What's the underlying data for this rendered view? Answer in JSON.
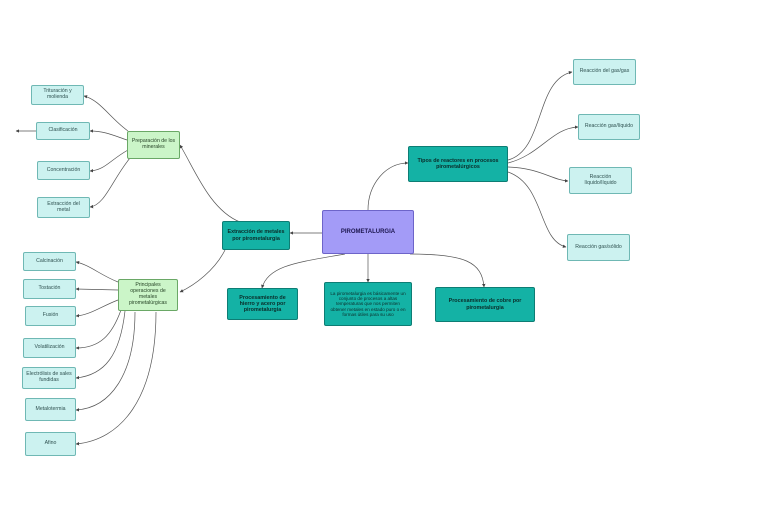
{
  "center": "PIROMETALURGIA",
  "extraccion": "Extracción de metales por pirometalurgia",
  "tipos": "Tipos de reactores en procesos pirometalúrgicos",
  "hierro": "Procesamiento de hierro y acero por pirometalurgia",
  "descripcion": "La pirometalurgia es básicamente un conjunto de procesos a altas temperaturas que nos permiten obtener metales en estado puro o en formas útiles para su uso",
  "cobre": "Procesamiento de cobre por pirometalurgia",
  "preparacion": "Preparación de los minerales",
  "operaciones": "Principales operaciones de metales pirometalúrgicas",
  "preparacion_items": [
    "Trituración y molienda",
    "Clasificación",
    "Concentración",
    "Extracción del metal"
  ],
  "operaciones_items": [
    "Calcinación",
    "Tostación",
    "Fusión",
    "Volatilización",
    "Electrólisis de sales fundidas",
    "Metalotermia",
    "Afino"
  ],
  "reactores_items": [
    "Reacción del gas/gas",
    "Reacción gas/líquido",
    "Reacción líquido/líquido",
    "Reacción gas/sólido"
  ],
  "colors": {
    "center": "#a39bf7",
    "dark": "#14b2a5",
    "light": "#ccf2f0",
    "green": "#cbf5c8",
    "edge": "#555555"
  }
}
